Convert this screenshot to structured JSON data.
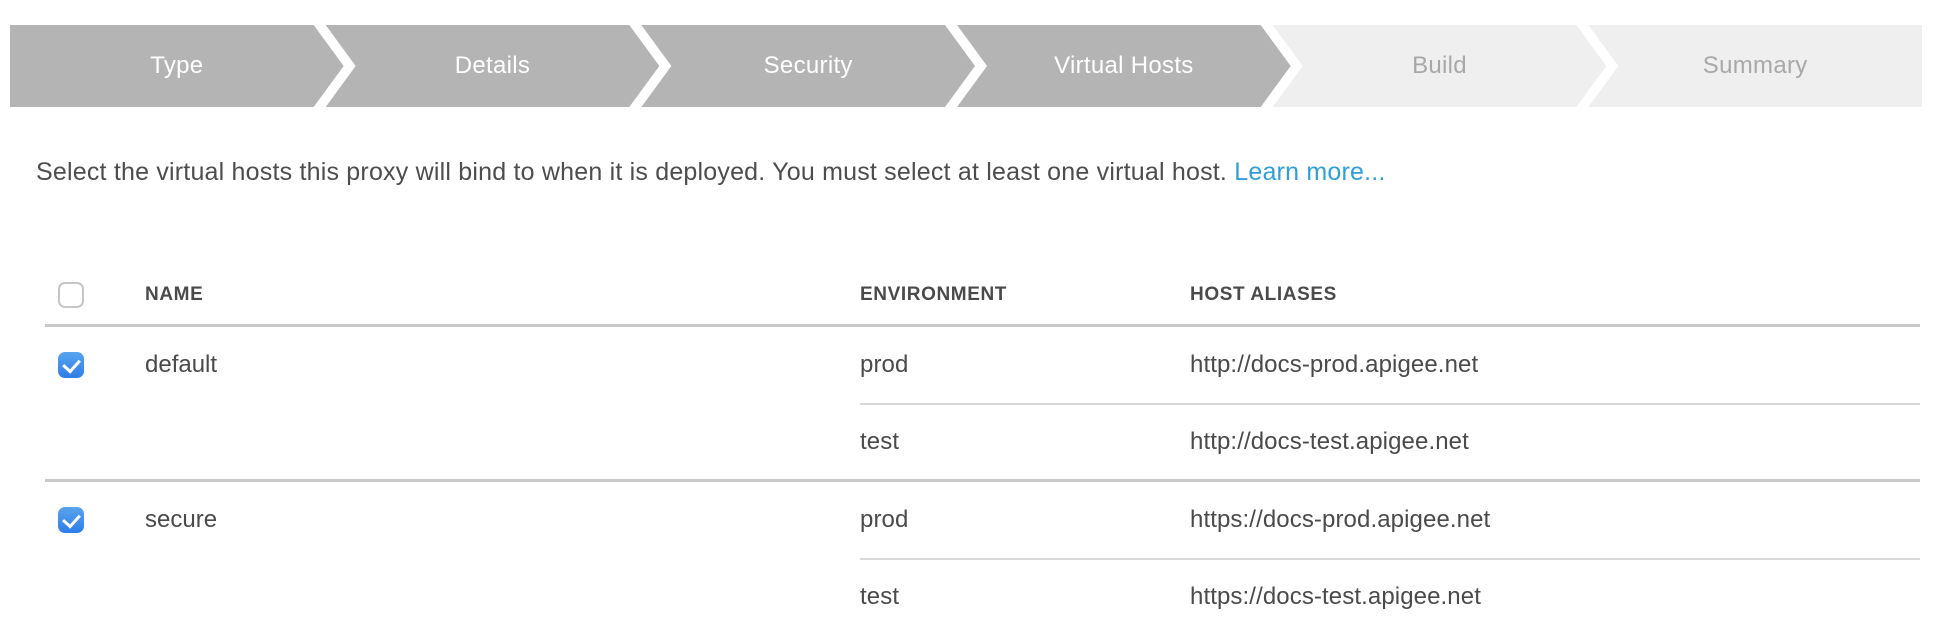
{
  "stepper": {
    "steps": [
      {
        "label": "Type",
        "state": "active"
      },
      {
        "label": "Details",
        "state": "active"
      },
      {
        "label": "Security",
        "state": "active"
      },
      {
        "label": "Virtual Hosts",
        "state": "active"
      },
      {
        "label": "Build",
        "state": "inactive"
      },
      {
        "label": "Summary",
        "state": "inactive"
      }
    ],
    "colors": {
      "active_bg": "#b4b4b4",
      "active_text": "#ffffff",
      "inactive_bg": "#efefef",
      "inactive_text": "#a8a8a8"
    }
  },
  "instruction": {
    "text": "Select the virtual hosts this proxy will bind to when it is deployed. You must select at least one virtual host.",
    "link_label": "Learn more...",
    "link_color": "#2f9fd8"
  },
  "table": {
    "columns": {
      "name": "NAME",
      "environment": "ENVIRONMENT",
      "host_aliases": "HOST ALIASES"
    },
    "header_checkbox_state": "unchecked",
    "checkbox_color": "#3d87ea",
    "rows": [
      {
        "name": "default",
        "checkbox_state": "checked",
        "environments": [
          {
            "environment": "prod",
            "host_alias": "http://docs-prod.apigee.net"
          },
          {
            "environment": "test",
            "host_alias": "http://docs-test.apigee.net"
          }
        ]
      },
      {
        "name": "secure",
        "checkbox_state": "checked",
        "environments": [
          {
            "environment": "prod",
            "host_alias": "https://docs-prod.apigee.net"
          },
          {
            "environment": "test",
            "host_alias": "https://docs-test.apigee.net"
          }
        ]
      }
    ]
  }
}
